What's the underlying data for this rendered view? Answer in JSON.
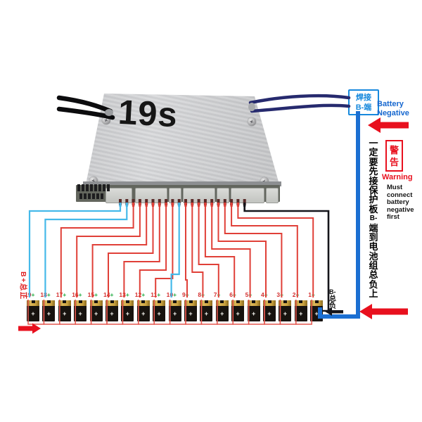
{
  "board": {
    "label": "19s"
  },
  "solder_box": {
    "line1": "焊接",
    "line2": "B-端"
  },
  "battery_negative": {
    "line1": "Battery",
    "line2": "Negative"
  },
  "warning_box": {
    "char1": "警",
    "char2": "告"
  },
  "warning": {
    "title": "Warning",
    "lines": [
      "Must",
      "connect",
      "battery",
      "negative",
      "first"
    ]
  },
  "instruction": {
    "chars": [
      "一",
      "定",
      "要",
      "先",
      "接",
      "保",
      "护",
      "板",
      "B-",
      "端",
      "到",
      "电",
      "池",
      "组",
      "总",
      "负",
      "上"
    ]
  },
  "b_plus_label": "B+总正",
  "b_minus_label": {
    "line1": "B-",
    "line2": "总",
    "line3": "负"
  },
  "batteries": {
    "numbers": [
      19,
      18,
      17,
      16,
      15,
      14,
      13,
      12,
      11,
      10,
      9,
      8,
      7,
      6,
      5,
      4,
      3,
      2,
      1
    ],
    "plus": "+"
  },
  "colors": {
    "sense_red": "#e04038",
    "series_red": "#e4574e",
    "sense_cyan": "#45b9e9",
    "bus_blue": "#1b6fd2",
    "wire_black": "#15151a",
    "cable_black": "#0c0c0e",
    "cable_navy": "#262a6e",
    "arrow_red": "#e8101e",
    "label_num_red": "#d42e2e",
    "label_plus_green": "#1faa40",
    "box_blue": "#1789dd"
  }
}
